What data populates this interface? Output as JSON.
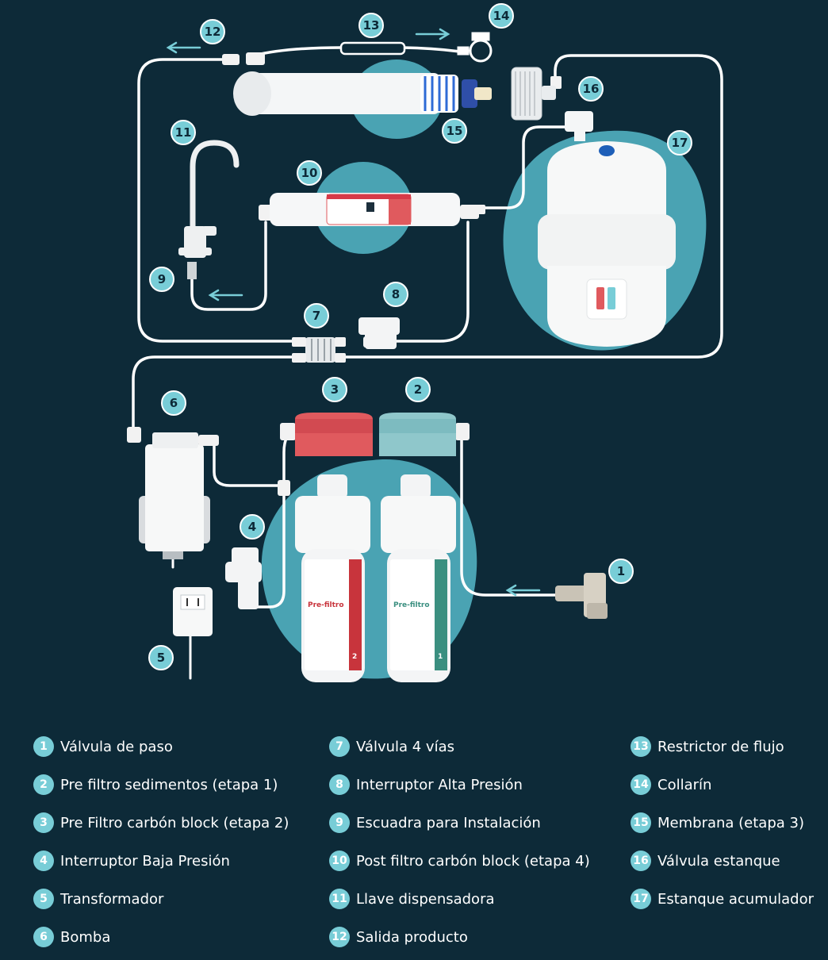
{
  "colors": {
    "background": "#0d2a38",
    "accent": "#78cdd7",
    "pipe": "#ffffff",
    "red_cap": "#e05a5e",
    "teal_cap": "#8fc7cb",
    "label_red": "#c8343c",
    "label_green": "#3b8f80"
  },
  "callouts": [
    "1",
    "2",
    "3",
    "4",
    "5",
    "6",
    "7",
    "8",
    "9",
    "10",
    "11",
    "12",
    "13",
    "14",
    "15",
    "16",
    "17"
  ],
  "legend": [
    {
      "num": "1",
      "label": "Válvula de paso"
    },
    {
      "num": "2",
      "label": "Pre filtro sedimentos (etapa 1)"
    },
    {
      "num": "3",
      "label": "Pre Filtro carbón block (etapa 2)"
    },
    {
      "num": "4",
      "label": "Interruptor Baja Presión"
    },
    {
      "num": "5",
      "label": "Transformador"
    },
    {
      "num": "6",
      "label": "Bomba"
    },
    {
      "num": "7",
      "label": "Válvula 4 vías"
    },
    {
      "num": "8",
      "label": "Interruptor Alta Presión"
    },
    {
      "num": "9",
      "label": "Escuadra para Instalación"
    },
    {
      "num": "10",
      "label": "Post filtro carbón block (etapa 4)"
    },
    {
      "num": "11",
      "label": "Llave dispensadora"
    },
    {
      "num": "12",
      "label": "Salida producto"
    },
    {
      "num": "13",
      "label": "Restrictor de flujo"
    },
    {
      "num": "14",
      "label": "Collarín"
    },
    {
      "num": "15",
      "label": "Membrana (etapa 3)"
    },
    {
      "num": "16",
      "label": "Válvula estanque"
    },
    {
      "num": "17",
      "label": "Estanque acumulador"
    }
  ],
  "filter_labels": {
    "stage2": {
      "title": "Pre-filtro",
      "num": "2"
    },
    "stage1": {
      "title": "Pre-filtro",
      "num": "1"
    }
  }
}
